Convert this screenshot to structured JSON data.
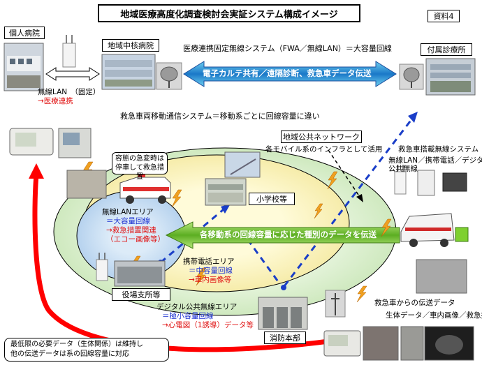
{
  "header": {
    "title": "地域医療高度化調査検討会実証システム構成イメージ",
    "doc_label": "資料4"
  },
  "sites": {
    "private_hospital": "個人病院",
    "core_hospital": "地域中核病院",
    "clinic": "付属診療所",
    "school": "小学校等",
    "branch_office": "役場支所等",
    "fire_hq": "消防本部"
  },
  "links": {
    "fixed_wireless": "医療連携固定無線システム（FWA／無線LAN）＝大容量回線",
    "wlan_fixed": "無線LAN　（固定）",
    "wlan_fixed_sub": "→医療連携",
    "emr_arrow": "電子カルテ共有／遠隔診断、救急車データ伝送",
    "mobile_system": "救急車両移動通信システム＝移動系ごとに回線容量に違い",
    "public_network": "地域公共ネットワーク",
    "public_network_sub": "各モバイル系のインフラとして活用",
    "sudden_change_1": "容態の急変時は",
    "sudden_change_2": "停車して救急措置"
  },
  "ambulance": {
    "system_title": "救急車搭載無線システム",
    "system_line1": "無線LAN／携帯電話／デジタル",
    "system_line2": "公共無線",
    "transmit_title": "救急車からの伝送データ",
    "transmit_sub": "生体データ／車内画像／救急措置",
    "big_arrow": "各移動系の回線容量に応じた種別のデータを伝送"
  },
  "areas": {
    "wlan": {
      "title": "無線LANエリア",
      "line1": "＝大容量回線",
      "line2": "→救急措置関連",
      "line3": "（エコー画像等）"
    },
    "cellular": {
      "title": "携帯電話エリア",
      "line1": "＝中容量回線",
      "line2": "→車内画像等"
    },
    "digital": {
      "title": "デジタル公共無線エリア",
      "line1": "＝極小容量回線",
      "line2": "→心電図（1誘導）データ等"
    }
  },
  "footnote": {
    "line1": "最低限の必要データ（生体関係）は維持し",
    "line2": "他の伝送データは系の回線容量に対応"
  },
  "icons": [
    "lightning-icon",
    "antenna-icon",
    "satellite-dish-icon",
    "building-icon",
    "ambulance-icon",
    "monitor-icon"
  ]
}
